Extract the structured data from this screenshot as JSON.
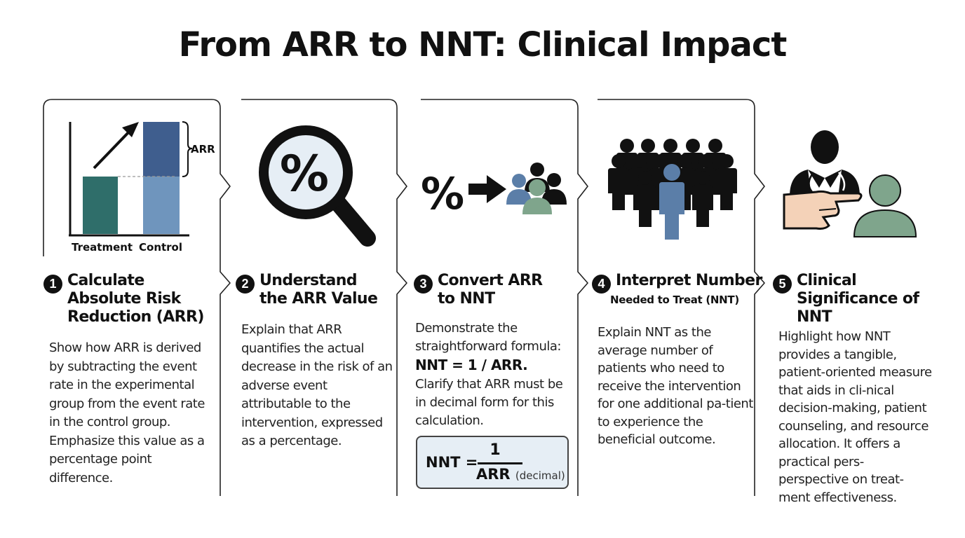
{
  "title": "From ARR to NNT: Clinical Impact",
  "colors": {
    "treatment_bar": "#2f6e6a",
    "control_bar_lower": "#6f95bd",
    "control_bar_upper": "#3f5e8e",
    "people_black": "#111111",
    "people_blue": "#5b7ea8",
    "people_green": "#7fa58c",
    "formula_box_fill": "#e6eef5"
  },
  "panel1": {
    "chart_data": {
      "type": "bar",
      "categories": [
        "Treatment",
        "Control"
      ],
      "annotation": "ARR"
    },
    "step_number": "1",
    "title": "Calculate Absolute Risk Reduction (ARR)",
    "body": "Show how ARR is derived by subtracting the event rate in the experimental group from the event rate in the control group. Emphasize this value as a percentage point difference."
  },
  "panel2": {
    "icon": "magnifying-glass-percent-icon",
    "icon_text": "%",
    "step_number": "2",
    "title": "Understand the ARR Value",
    "body": "Explain that ARR quantifies the actual decrease in the risk of an adverse event attributable to the intervention, expressed as a percentage."
  },
  "panel3": {
    "icon": "percent-to-people-icon",
    "icon_text": "%",
    "step_number": "3",
    "title": "Convert ARR to NNT",
    "body_intro": "Demonstrate the straightforward formula:",
    "formula": "NNT = 1 / ARR.",
    "body_after": "Clarify that ARR must be in decimal form for this calculation.",
    "formula_box": {
      "lhs": "NNT =",
      "numerator": "1",
      "denominator": "ARR",
      "denominator_note": "(decimal)"
    }
  },
  "panel4": {
    "icon": "crowd-icon",
    "step_number": "4",
    "title": "Interpret Number",
    "subtitle": "Needed to Treat (NNT)",
    "body": "Explain NNT as the average number of patients who need to receive the intervention for one additional pa-tient to experience the beneficial outcome."
  },
  "panel5": {
    "icon": "doctor-pointing-patient-icon",
    "step_number": "5",
    "title": "Clinical Significance of NNT",
    "body": "Highlight how NNT provides a tangible, patient-oriented measure that aids in cli-nical decision-making, patient counseling, and resource allocation. It offers a practical pers-perspective on treat-ment effectiveness."
  }
}
